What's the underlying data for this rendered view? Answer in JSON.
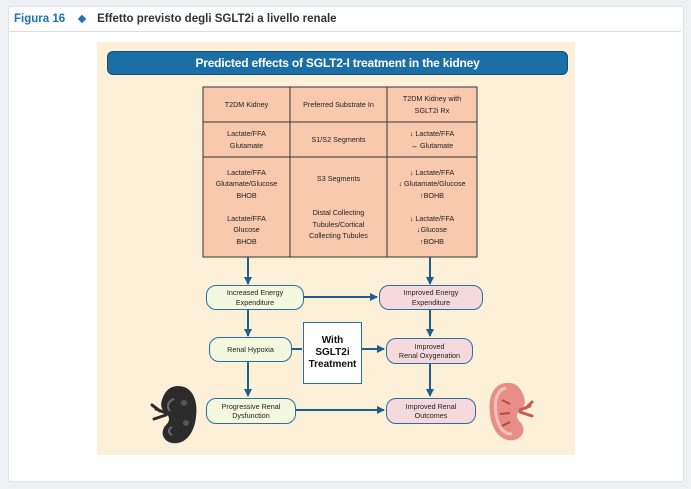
{
  "figure_caption": {
    "label": "Figura 16",
    "title": "Effetto previsto degli SGLT2i a livello renale"
  },
  "diagram": {
    "banner_title": "Predicted effects of SGLT2-I treatment in the kidney",
    "table": {
      "headers": [
        "T2DM Kidney",
        "Preferred Substrate In",
        "T2DM Kidney with\nSGLT2i Rx"
      ],
      "rows": [
        [
          "Lactate/FFA\nGlutamate",
          "S1/S2 Segments",
          "↓ Lactate/FFA\n↔ Glutamate"
        ],
        [
          "Lactate/FFA\nGlutamate/Glucose\nBHOB\n\nLactate/FFA\nGlucose\nBHOB",
          "S3 Segments\n\n\nDistal Collecting\nTubules/Cortical\nCollecting Tubules",
          "↓ Lactate/FFA\n↓ Glutamate/Glucose\n↑BOHB\n\n↓ Lactate/FFA\n↓Glucose\n↑BOHB"
        ]
      ]
    },
    "flow": {
      "left": [
        "Increased Energy\nExpenditure",
        "Renal Hypoxia",
        "Progressive Renal\nDysfunction"
      ],
      "right": [
        "Improved Energy\nExpenditure",
        "Improved\nRenal Oxygenation",
        "Improved Renal\nOutcomes"
      ],
      "center_label": "With\nSGLT2i\nTreatment"
    },
    "colors": {
      "banner": "#1c6fa6",
      "table_fill": "#f8c9ad",
      "left_node_fill": "#f3f8df",
      "right_node_fill": "#f6d9dc",
      "arrow": "#1f5f8e",
      "background": "#fcf1d8"
    }
  }
}
